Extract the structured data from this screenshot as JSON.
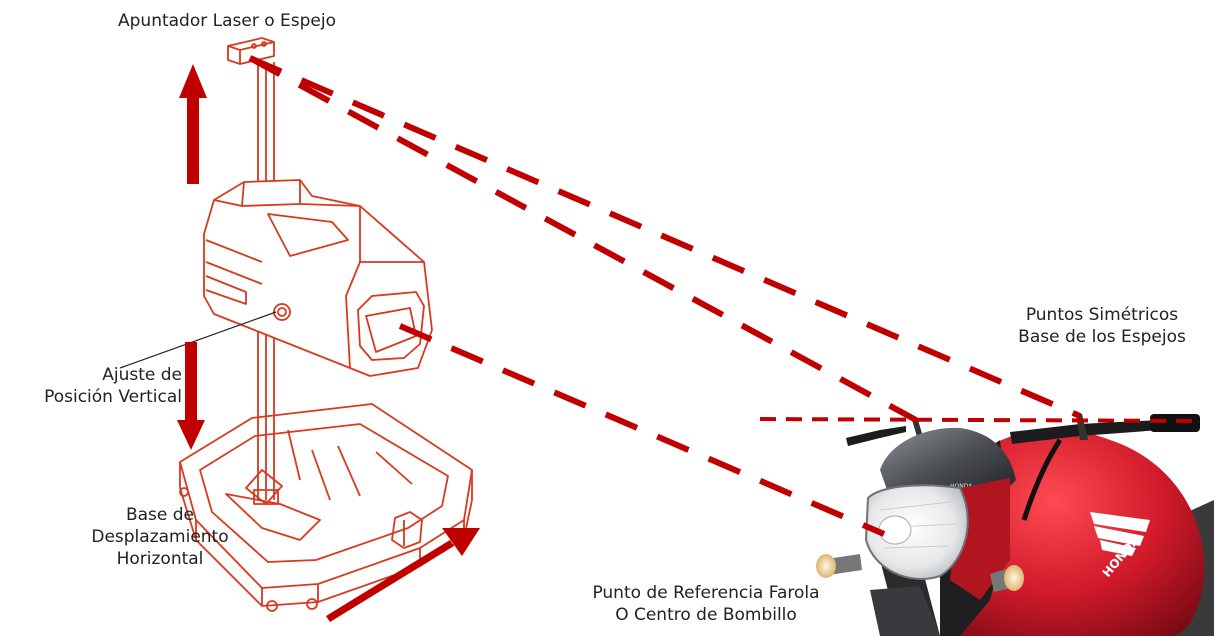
{
  "labels": {
    "laser": "Apuntador Laser o Espejo",
    "mirrors_line1": "Puntos Simétricos",
    "mirrors_line2": "Base de los Espejos",
    "vertical_line1": "Ajuste de",
    "vertical_line2": "Posición Vertical",
    "base_line1": "Base de",
    "base_line2": "Desplazamiento",
    "base_line3": "Horizontal",
    "headlight_line1": "Punto de Referencia Farola",
    "headlight_line2": "O Centro de Bombillo",
    "brand_tank": "HONDA",
    "brand_cowl": "HONDA"
  },
  "colors": {
    "arrow_red": "#c00000",
    "device_line": "#d9391f",
    "moto_red": "#d11a2a",
    "moto_dark": "#2b2b2b",
    "text": "#222222"
  },
  "icons": {
    "up_arrow": "up-arrow-icon",
    "down_arrow": "down-arrow-icon",
    "diagonal_arrow": "diagonal-arrow-icon"
  }
}
